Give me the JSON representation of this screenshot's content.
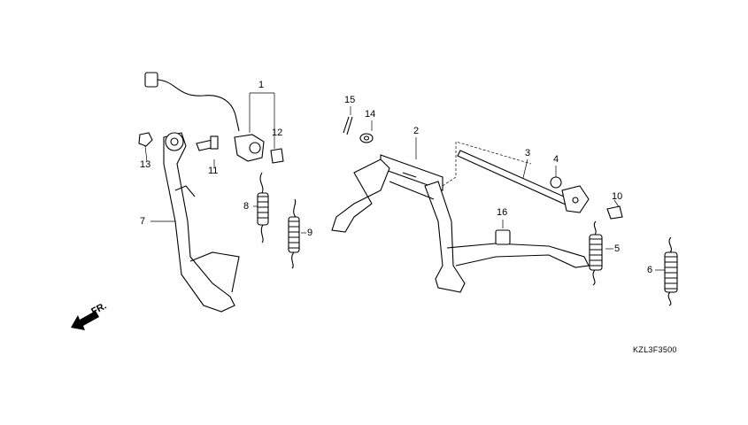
{
  "diagram": {
    "callouts": [
      "1",
      "2",
      "3",
      "4",
      "5",
      "6",
      "7",
      "8",
      "9",
      "10",
      "11",
      "12",
      "13",
      "14",
      "15",
      "16"
    ],
    "direction_label": "FR.",
    "diagram_code": "KZL3F3500"
  }
}
